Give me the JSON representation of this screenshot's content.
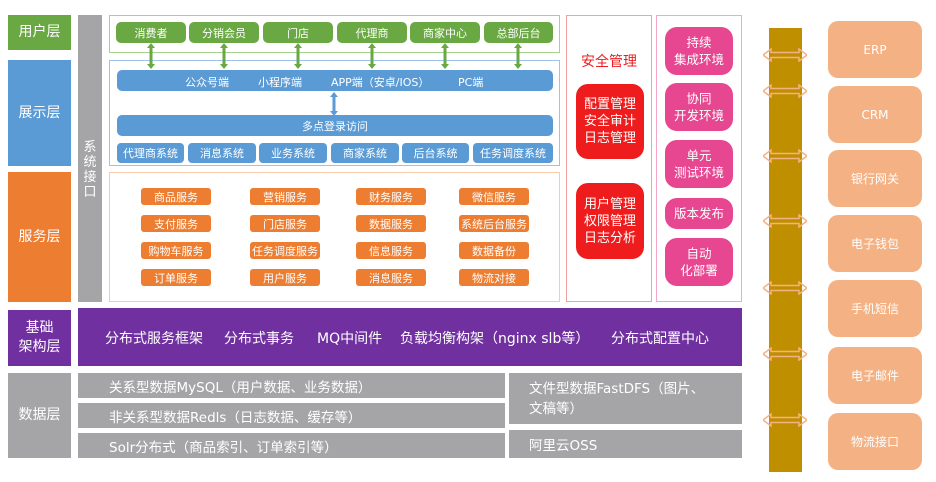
{
  "layers": {
    "user": "用户层",
    "display": "展示层",
    "service": "服务层",
    "infra_line1": "基础",
    "infra_line2": "架构层",
    "data": "数据层"
  },
  "system_interface": [
    "系",
    "统",
    "接",
    "口"
  ],
  "user_layer": {
    "items": [
      "消费者",
      "分销会员",
      "门店",
      "代理商",
      "商家中心",
      "总部后台"
    ]
  },
  "display_layer": {
    "terminals": [
      "公众号端",
      "小程序端",
      "APP端（安卓/IOS）",
      "PC端"
    ],
    "sso": "多点登录访问",
    "systems": [
      "代理商系统",
      "消息系统",
      "业务系统",
      "商家系统",
      "后台系统",
      "任务调度系统"
    ]
  },
  "service_layer": {
    "services": [
      [
        "商品服务",
        "营销服务",
        "财务服务",
        "微信服务"
      ],
      [
        "支付服务",
        "门店服务",
        "数据服务",
        "系统后台服务"
      ],
      [
        "购物车服务",
        "任务调度服务",
        "信息服务",
        "数据备份"
      ],
      [
        "订单服务",
        "用户服务",
        "消息服务",
        "物流对接"
      ]
    ]
  },
  "security": {
    "title": "安全管理",
    "group1": [
      "配置管理",
      "安全审计",
      "日志管理"
    ],
    "group2": [
      "用户管理",
      "权限管理",
      "日志分析"
    ]
  },
  "devops": [
    [
      "持续",
      "集成环境"
    ],
    [
      "协同",
      "开发环境"
    ],
    [
      "单元",
      "测试环境"
    ],
    [
      "版本发布"
    ],
    [
      "自动",
      "化部署"
    ]
  ],
  "infra": {
    "items": [
      "分布式服务框架",
      "分布式事务",
      "MQ中间件",
      "负载均衡构架（nginx slb等）",
      "分布式配置中心"
    ]
  },
  "data_layer": {
    "left": [
      "关系型数据MySQL（用户数据、业务数据）",
      "非关系型数据Redls（日志数据、缓存等）",
      "Solr分布式（商品索引、订单索引等）"
    ],
    "right_fastdfs_line1": "文件型数据FastDFS（图片、",
    "right_fastdfs_line2": "文稿等）",
    "right_oss": "阿里云OSS"
  },
  "external_systems": [
    "ERP",
    "CRM",
    "银行网关",
    "电子钱包",
    "手机短信",
    "电子邮件",
    "物流接口"
  ],
  "colors": {
    "user_green": "#6aa843",
    "display_blue": "#5b9bd5",
    "service_orange": "#ed7d31",
    "infra_purple": "#7030a0",
    "data_gray": "#a5a5a8",
    "security_red": "#ee1c1c",
    "devops_pink": "#e64790",
    "bus_gold": "#bf8f00",
    "external_peach": "#f4b183"
  }
}
